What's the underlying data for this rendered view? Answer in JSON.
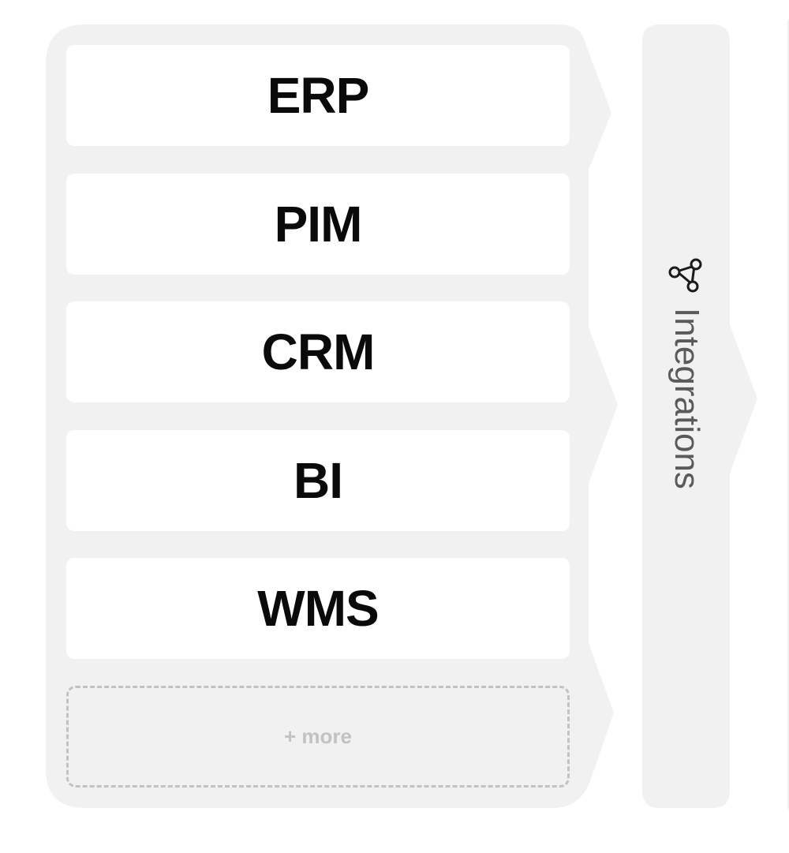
{
  "diagram": {
    "source_systems": [
      {
        "label": "ERP"
      },
      {
        "label": "PIM"
      },
      {
        "label": "CRM"
      },
      {
        "label": "BI"
      },
      {
        "label": "WMS"
      }
    ],
    "more_placeholder": {
      "label": "+ more"
    },
    "integration_layer": {
      "label": "Integrations",
      "icon": "nodes-network-icon"
    }
  },
  "colors": {
    "panel_bg": "#f1f1f1",
    "card_bg": "#ffffff",
    "card_text": "#0a0a0a",
    "dashed_border": "#c2c2c2",
    "integrations_text": "#5a5a5a"
  }
}
